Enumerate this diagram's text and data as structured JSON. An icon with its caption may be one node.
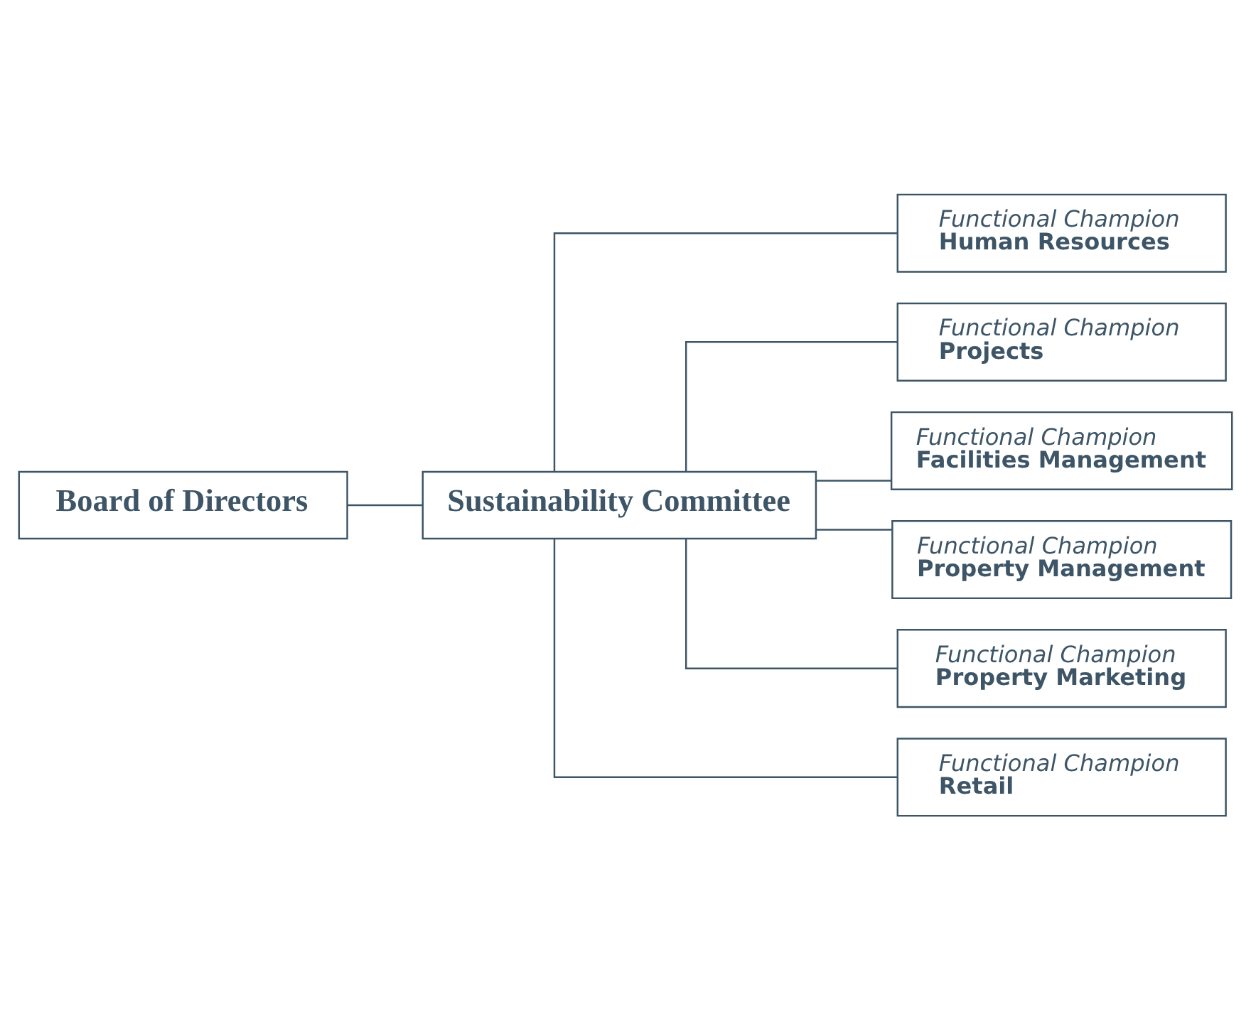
{
  "diagram": {
    "nodes": [
      {
        "text": [
          "Board of Directors"
        ]
      },
      {
        "text": [
          "Sustainability Committee"
        ]
      },
      {
        "text": [
          "Functional Champion",
          "Human Resources"
        ]
      },
      {
        "text": [
          "Functional Champion",
          "Projects"
        ]
      },
      {
        "text": [
          "Functional Champion",
          "Facilities Management"
        ]
      },
      {
        "text": [
          "Functional Champion",
          "Property Management"
        ]
      },
      {
        "text": [
          "Functional Champion",
          "Property Marketing"
        ]
      },
      {
        "text": [
          "Functional Champion",
          "Retail"
        ]
      }
    ],
    "edges": [
      {
        "from": 0,
        "to": 1,
        "arrow": "none"
      },
      {
        "from": 1,
        "to": 2,
        "arrow": "none"
      },
      {
        "from": 1,
        "to": 3,
        "arrow": "none"
      },
      {
        "from": 1,
        "to": 4,
        "arrow": "none"
      },
      {
        "from": 1,
        "to": 5,
        "arrow": "none"
      },
      {
        "from": 1,
        "to": 6,
        "arrow": "none"
      },
      {
        "from": 1,
        "to": 7,
        "arrow": "none"
      }
    ]
  }
}
